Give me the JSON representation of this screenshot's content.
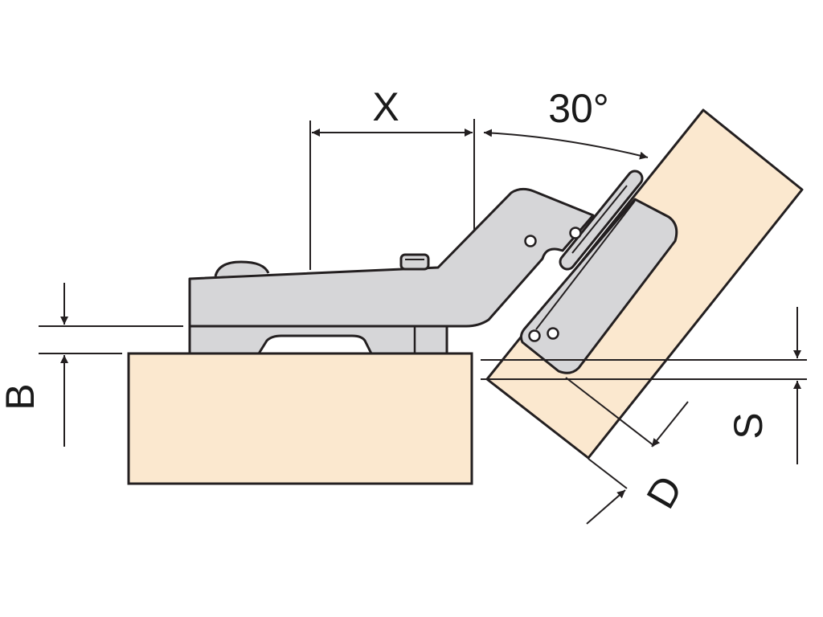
{
  "labels": {
    "x": "X",
    "angle": "30°",
    "b": "B",
    "s": "S",
    "d": "D"
  },
  "colors": {
    "wood": "#fbe8cf",
    "metal": "#d6d6d8",
    "stroke": "#231f20",
    "background": "#ffffff"
  }
}
